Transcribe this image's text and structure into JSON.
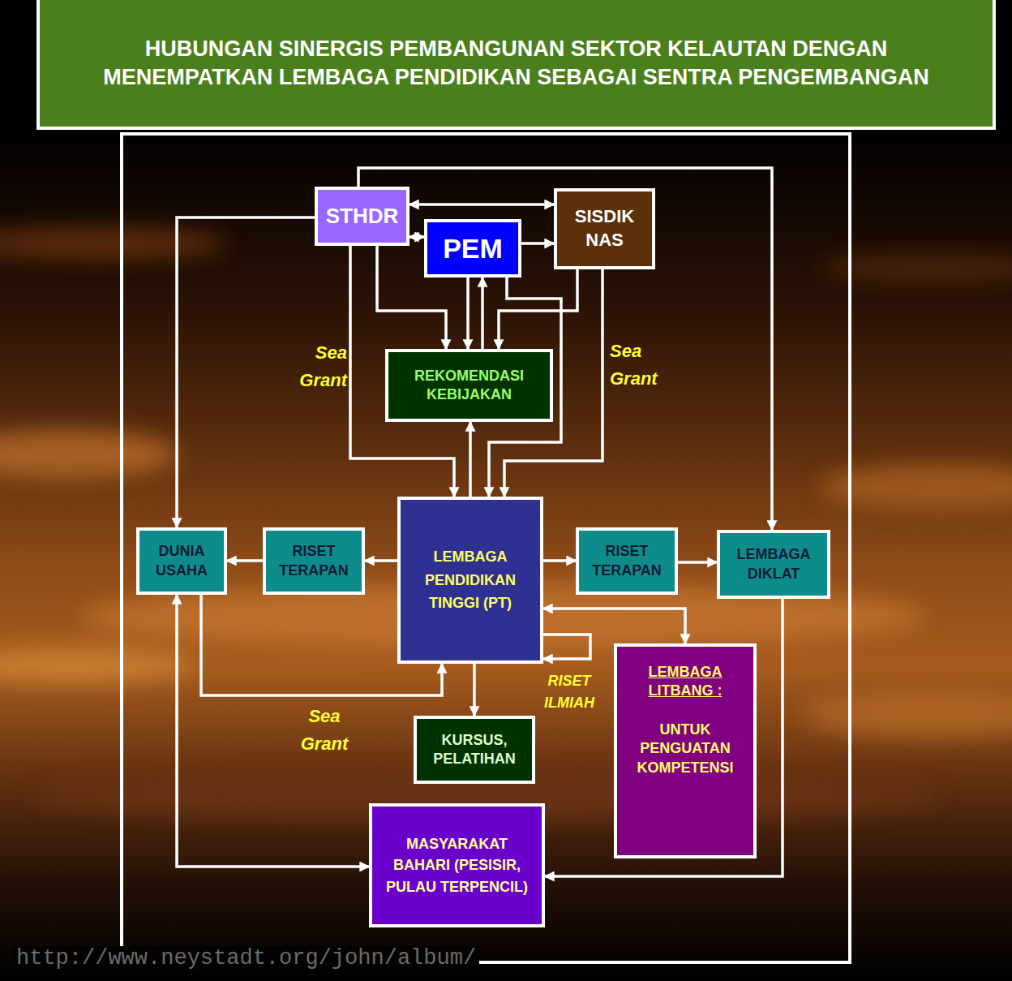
{
  "diagram": {
    "title": "HUBUNGAN SINERGIS PEMBANGUNAN SEKTOR KELAUTAN DENGAN MENEMPATKAN LEMBAGA PENDIDIKAN SEBAGAI SENTRA PENGEMBANGAN",
    "nodes": [
      {
        "text": [
          "STHDR"
        ]
      },
      {
        "text": [
          "PEM"
        ]
      },
      {
        "text": [
          "SISDIK NAS"
        ]
      },
      {
        "text": [
          "REKOMENDASI KEBIJAKAN"
        ]
      },
      {
        "text": [
          "DUNIA USAHA"
        ]
      },
      {
        "text": [
          "RISET TERAPAN"
        ]
      },
      {
        "text": [
          "LEMBAGA PENDIDIKAN TINGGI (PT)"
        ]
      },
      {
        "text": [
          "RISET TERAPAN"
        ]
      },
      {
        "text": [
          "LEMBAGA DIKLAT"
        ]
      },
      {
        "text": [
          "LEMBAGA LITBANG :",
          "UNTUK PENGUATAN KOMPETENSI"
        ]
      },
      {
        "text": [
          "KURSUS, PELATIHAN"
        ]
      },
      {
        "text": [
          "MASYARAKAT BAHARI (PESISIR, PULAU TERPENCIL)"
        ]
      }
    ],
    "edges": [
      {
        "from": 0,
        "to": 2,
        "arrow": "both"
      },
      {
        "from": 0,
        "to": 1,
        "arrow": "both"
      },
      {
        "from": 1,
        "to": 2,
        "arrow": "to"
      },
      {
        "from": 0,
        "to": 3,
        "arrow": "to"
      },
      {
        "from": 1,
        "to": 3,
        "arrow": "to"
      },
      {
        "from": 3,
        "to": 1,
        "arrow": "to"
      },
      {
        "from": 2,
        "to": 3,
        "arrow": "to"
      },
      {
        "from": 0,
        "to": 6,
        "label": "Sea Grant",
        "arrow": "to"
      },
      {
        "from": 1,
        "to": 6,
        "arrow": "to"
      },
      {
        "from": 2,
        "to": 6,
        "label": "Sea Grant",
        "arrow": "to"
      },
      {
        "from": 6,
        "to": 3,
        "arrow": "to"
      },
      {
        "from": 0,
        "to": 4,
        "arrow": "to"
      },
      {
        "from": 0,
        "to": 8,
        "arrow": "to"
      },
      {
        "from": 6,
        "to": 5,
        "arrow": "to"
      },
      {
        "from": 5,
        "to": 4,
        "arrow": "to"
      },
      {
        "from": 6,
        "to": 7,
        "arrow": "to"
      },
      {
        "from": 7,
        "to": 8,
        "arrow": "to"
      },
      {
        "from": 6,
        "to": 9,
        "arrow": "both"
      },
      {
        "from": 6,
        "to": 6,
        "label": "RISET ILMIAH",
        "arrow": "to"
      },
      {
        "from": 4,
        "to": 6,
        "label": "Sea Grant",
        "arrow": "to"
      },
      {
        "from": 6,
        "to": 10,
        "arrow": "to"
      },
      {
        "from": 4,
        "to": 11,
        "arrow": "both"
      },
      {
        "from": 8,
        "to": 11,
        "arrow": "to"
      }
    ],
    "labels": [
      "http://www.neystadt.org/john/album/"
    ]
  }
}
